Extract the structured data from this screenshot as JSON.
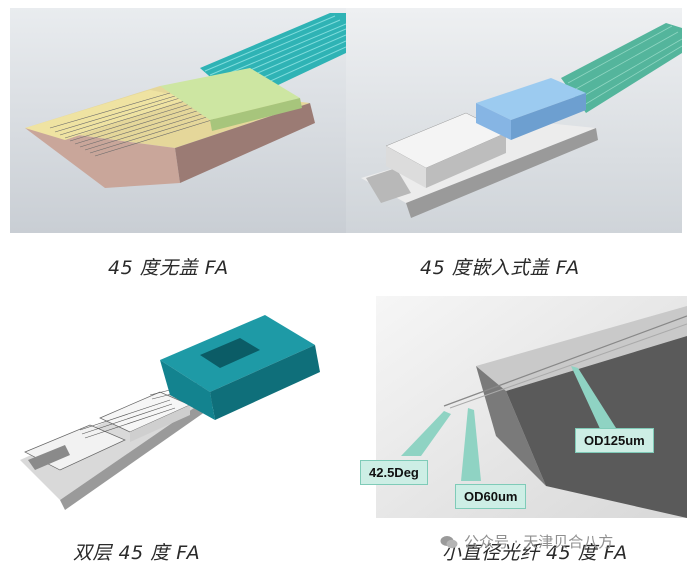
{
  "panels": [
    {
      "caption": "45 度无盖  FA"
    },
    {
      "caption": "45 度嵌入式盖  FA"
    },
    {
      "caption": "双层 45 度 FA"
    },
    {
      "caption": "小直径光纤 45 度 FA"
    }
  ],
  "callouts": {
    "angle": "42.5Deg",
    "od_small": "OD60um",
    "od_large": "OD125um"
  },
  "watermark": {
    "text": "公众号 · 天津贝合八方",
    "icon": "wechat-icon"
  },
  "colors": {
    "teal": "#17a8a8",
    "callout_bg": "#cdeee5",
    "yellow": "#eadc8c",
    "background_grey": "#dfe3e8"
  }
}
